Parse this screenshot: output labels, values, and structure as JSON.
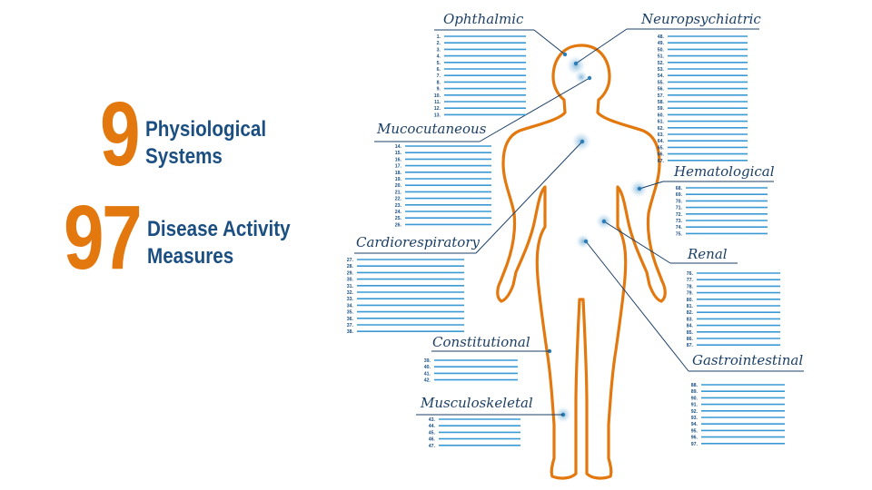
{
  "headline": {
    "systems_count": "9",
    "systems_label_line1": "Physiological",
    "systems_label_line2": "Systems",
    "measures_count": "97",
    "measures_label_line1": "Disease Activity",
    "measures_label_line2": "Measures"
  },
  "colors": {
    "accent_orange": "#e2780e",
    "navy": "#1b4f82",
    "line_blue": "#2a7fb8",
    "bar_blue": "#3a9ad6"
  },
  "systems": [
    {
      "label": "Ophthalmic",
      "start": 1,
      "end": 13
    },
    {
      "label": "Mucocutaneous",
      "start": 14,
      "end": 26
    },
    {
      "label": "Cardiorespiratory",
      "start": 27,
      "end": 38
    },
    {
      "label": "Constitutional",
      "start": 39,
      "end": 42
    },
    {
      "label": "Musculoskeletal",
      "start": 43,
      "end": 47
    },
    {
      "label": "Neuropsychiatric",
      "start": 48,
      "end": 67
    },
    {
      "label": "Hematological",
      "start": 68,
      "end": 75
    },
    {
      "label": "Renal",
      "start": 76,
      "end": 87
    },
    {
      "label": "Gastrointestinal",
      "start": 88,
      "end": 97
    }
  ]
}
